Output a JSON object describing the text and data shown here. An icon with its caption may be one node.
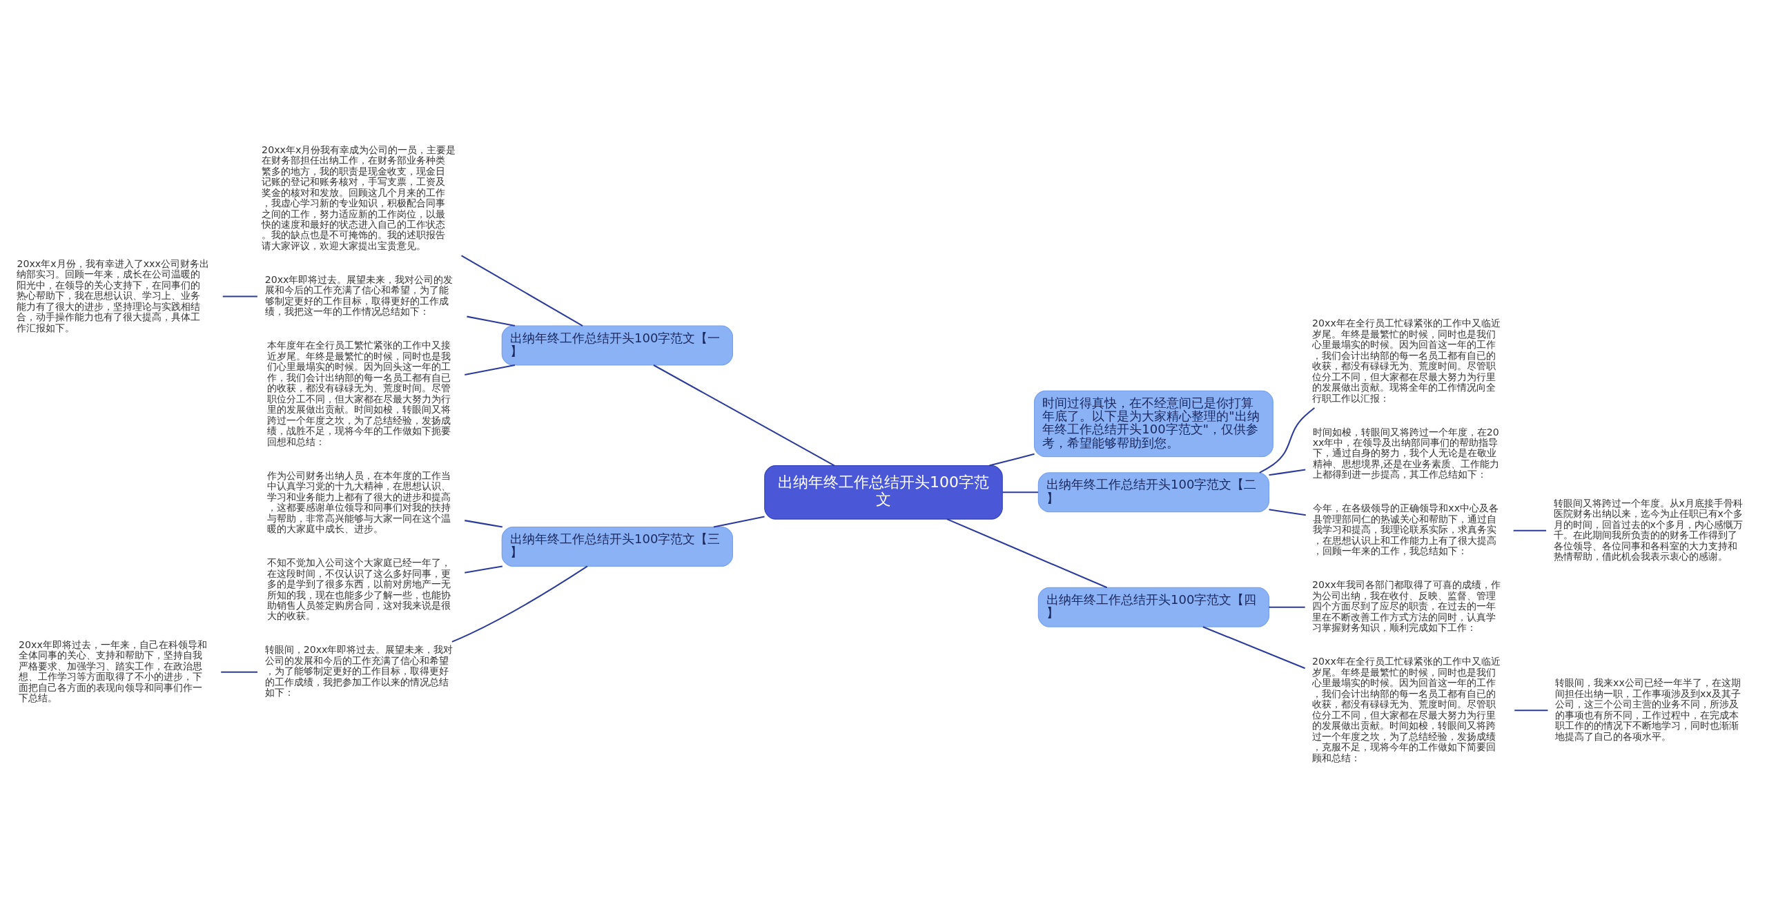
{
  "diagram": {
    "nodes": [
      {
        "text": [
          "出纳年终工作总结开头100字范文"
        ]
      },
      {
        "text": [
          "出纳年终工作总结开头100字范文【一】"
        ]
      },
      {
        "text": [
          "20xx年x月份我有幸成为公司的一员，主要是在财务部担任出纳工作，在财务部业务种类繁多的地方，我的职责是现金收支，现金日记账的登记和账务核对，手写支票，工资及奖金的核对和发放。回顾这几个月来的工作，我虚心学习新的专业知识，积极配合同事之间的工作，努力适应新的工作岗位，以最快的速度和最好的状态进入自己的工作状态。我的缺点也是不可掩饰的。我的述职报告请大家评议，欢迎大家提出宝贵意见。"
        ]
      },
      {
        "text": [
          "20xx年即将过去。展望未来，我对公司的发展和今后的工作充满了信心和希望，为了能够制定更好的工作目标，取得更好的工作成绩，我把这一年的工作情况总结如下："
        ]
      },
      {
        "text": [
          "本年度年在全行员工繁忙紧张的工作中又接近岁尾。年终是最繁忙的时候，同时也是我们心里最塌实的时候。因为回头这一年的工作，我们会计出纳部的每一名员工都有自已的收获，都没有碌碌无为、荒度时间。尽管职位分工不同，但大家都在尽最大努力为行里的发展做出贡献。时间如梭，转眼间又将跨过一个年度之坎，为了总结经验，发扬成绩，战胜不足，现将今年的工作做如下扼要回想和总结："
        ]
      },
      {
        "text": [
          "20xx年x月份，我有幸进入了xxx公司财务出纳部实习。回顾一年来，成长在公司温暖的阳光中，在领导的关心支持下，在同事们的热心帮助下，我在思想认识、学习上、业务能力有了很大的进步，坚持理论与实践相结合，动手操作能力也有了很大提高，具体工作汇报如下。"
        ]
      },
      {
        "text": [
          "出纳年终工作总结开头100字范文【三】"
        ]
      },
      {
        "text": [
          "作为公司财务出纳人员，在本年度的工作当中认真学习党的十九大精神，在思想认识、学习和业务能力上都有了很大的进步和提高，这都要感谢单位领导和同事们对我的扶持与帮助，非常高兴能够与大家一同在这个温暖的大家庭中成长、进步。"
        ]
      },
      {
        "text": [
          "不知不觉加入公司这个大家庭已经一年了，在这段时间，不仅认识了这么多好同事，更多的是学到了很多东西，以前对房地产一无所知的我，现在也能多少了解一些，也能协助销售人员签定购房合同，这对我来说是很大的收获。"
        ]
      },
      {
        "text": [
          "转眼间，20xx年即将过去。展望未来，我对公司的发展和今后的工作充满了信心和希望，为了能够制定更好的工作目标，取得更好的工作成绩，我把参加工作以来的情况总结如下："
        ]
      },
      {
        "text": [
          "20xx年即将过去，一年来，自己在科领导和全体同事的关心、支持和帮助下，坚持自我严格要求、加强学习、踏实工作，在政治思想、工作学习等方面取得了不小的进步，下面把自己各方面的表现向领导和同事们作一下总结。"
        ]
      },
      {
        "text": [
          "时间过得真快，在不经意间已是你打算年底了。以下是为大家精心整理的\"出纳年终工作总结开头100字范文\"，仅供参考，希望能够帮助到您。"
        ]
      },
      {
        "text": [
          "出纳年终工作总结开头100字范文【二】"
        ]
      },
      {
        "text": [
          "20xx年在全行员工忙碌紧张的工作中又临近岁尾。年终是最繁忙的时候，同时也是我们心里最塌实的时候。因为回首这一年的工作，我们会计出纳部的每一名员工都有自已的收获，都没有碌碌无为、荒度时间。尽管职位分工不同，但大家都在尽最大努力为行里的发展做出贡献。现将全年的工作情况向全行职工作以汇报："
        ]
      },
      {
        "text": [
          "时间如梭，转眼间又将跨过一个年度，在20xx年中，在领导及出纳部同事们的帮助指导下，通过自身的努力，我个人无论是在敬业精神、思想境界,还是在业务素质、工作能力上都得到进一步提高，其工作总结如下："
        ]
      },
      {
        "text": [
          "今年，在各级领导的正确领导和xx中心及各县管理部同仁的热诚关心和帮助下，通过自我学习和提高，我理论联系实际，求真务实，在思想认识上和工作能力上有了很大提高，回顾一年来的工作，我总结如下："
        ]
      },
      {
        "text": [
          "转眼间又将跨过一个年度。从x月底接手骨科医院财务出纳以来，迄今为止任职已有x个多月的时间，回首过去的x个多月，内心感慨万千。在此期间我所负责的的财务工作得到了各位领导、各位同事和各科室的大力支持和热情帮助，借此机会我表示衷心的感谢。"
        ]
      },
      {
        "text": [
          "出纳年终工作总结开头100字范文【四】"
        ]
      },
      {
        "text": [
          "20xx年我司各部门都取得了可喜的成绩，作为公司出纳，我在收付、反映、监督、管理四个方面尽到了应尽的职责，在过去的一年里在不断改善工作方式方法的同时，认真学习掌握财务知识，顺利完成如下工作："
        ]
      },
      {
        "text": [
          "20xx年在全行员工忙碌紧张的工作中又临近岁尾。年终是最繁忙的时候，同时也是我们心里最塌实的时候。因为回首这一年的工作，我们会计出纳部的每一名员工都有自已的收获，都没有碌碌无为、荒度时间。尽管职位分工不同，但大家都在尽最大努力为行里的发展做出贡献。时间如梭，转眼间又将跨过一个年度之坎，为了总结经验，发扬成绩，克服不足，现将今年的工作做如下简要回顾和总结："
        ]
      },
      {
        "text": [
          "转眼间，我来xx公司已经一年半了，在这期间担任出纳一职，工作事项涉及到xx及其子公司，这三个公司主营的业务不同，所涉及的事项也有所不同，工作过程中，在完成本职工作的的情况下不断地学习，同时也渐渐地提高了自己的各项水平。"
        ]
      }
    ],
    "edges": [
      {
        "from": 0,
        "to": 1,
        "arrow": "none"
      },
      {
        "from": 1,
        "to": 2,
        "arrow": "none"
      },
      {
        "from": 1,
        "to": 3,
        "arrow": "none"
      },
      {
        "from": 1,
        "to": 4,
        "arrow": "none"
      },
      {
        "from": 3,
        "to": 5,
        "arrow": "none"
      },
      {
        "from": 0,
        "to": 6,
        "arrow": "none"
      },
      {
        "from": 6,
        "to": 7,
        "arrow": "none"
      },
      {
        "from": 6,
        "to": 8,
        "arrow": "none"
      },
      {
        "from": 6,
        "to": 9,
        "arrow": "none"
      },
      {
        "from": 9,
        "to": 10,
        "arrow": "none"
      },
      {
        "from": 0,
        "to": 11,
        "arrow": "none"
      },
      {
        "from": 0,
        "to": 12,
        "arrow": "none"
      },
      {
        "from": 12,
        "to": 13,
        "arrow": "none"
      },
      {
        "from": 12,
        "to": 14,
        "arrow": "none"
      },
      {
        "from": 12,
        "to": 15,
        "arrow": "none"
      },
      {
        "from": 15,
        "to": 16,
        "arrow": "none"
      },
      {
        "from": 0,
        "to": 17,
        "arrow": "none"
      },
      {
        "from": 17,
        "to": 18,
        "arrow": "none"
      },
      {
        "from": 17,
        "to": 19,
        "arrow": "none"
      },
      {
        "from": 19,
        "to": 20,
        "arrow": "none"
      }
    ]
  }
}
